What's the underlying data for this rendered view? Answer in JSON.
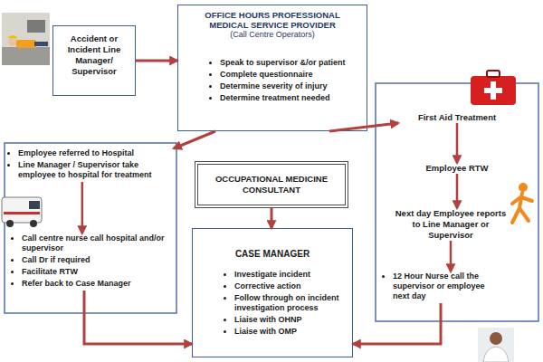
{
  "diagram": {
    "nodes": [
      {
        "text": [
          "Accident or Incident Line Manager/ Supervisor"
        ]
      },
      {
        "text": [
          "OFFICE HOURS PROFESSIONAL MEDICAL SERVICE PROVIDER",
          "(Call Centre Operators)",
          "Speak to supervisor &/or patient",
          "Complete questionnaire",
          "Determine severity of injury",
          "Determine treatment needed"
        ]
      },
      {
        "text": [
          "Employee referred to Hospital",
          "Line Manager / Supervisor take employee to hospital for treatment"
        ]
      },
      {
        "text": [
          "Call centre nurse call hospital and/or supervisor",
          "Call Dr if required",
          "Facilitate RTW",
          "Refer back to Case Manager"
        ]
      },
      {
        "text": [
          "OCCUPATIONAL MEDICINE CONSULTANT"
        ]
      },
      {
        "text": [
          "CASE MANAGER",
          "Investigate incident",
          "Corrective action",
          "Follow through on incident investigation process",
          "Liaise with OHNP",
          "Liaise with OMP"
        ]
      },
      {
        "text": [
          "First Aid Treatment"
        ]
      },
      {
        "text": [
          "Employee RTW"
        ]
      },
      {
        "text": [
          "Next day Employee reports to Line Manager or Supervisor"
        ]
      },
      {
        "text": [
          "12 Hour Nurse call the supervisor or employee next day"
        ]
      }
    ],
    "edges": [
      {
        "from": 0,
        "to": 1,
        "arrow": "to"
      },
      {
        "from": 1,
        "to": 2,
        "arrow": "to"
      },
      {
        "from": 1,
        "to": 6,
        "arrow": "to"
      },
      {
        "from": 2,
        "to": 3,
        "arrow": "to"
      },
      {
        "from": 4,
        "to": 5,
        "arrow": "to"
      },
      {
        "from": 3,
        "to": 5,
        "arrow": "to"
      },
      {
        "from": 6,
        "to": 7,
        "arrow": "to"
      },
      {
        "from": 7,
        "to": 8,
        "arrow": "to"
      },
      {
        "from": 8,
        "to": 9,
        "arrow": "to"
      },
      {
        "from": 9,
        "to": 5,
        "arrow": "to"
      }
    ]
  }
}
